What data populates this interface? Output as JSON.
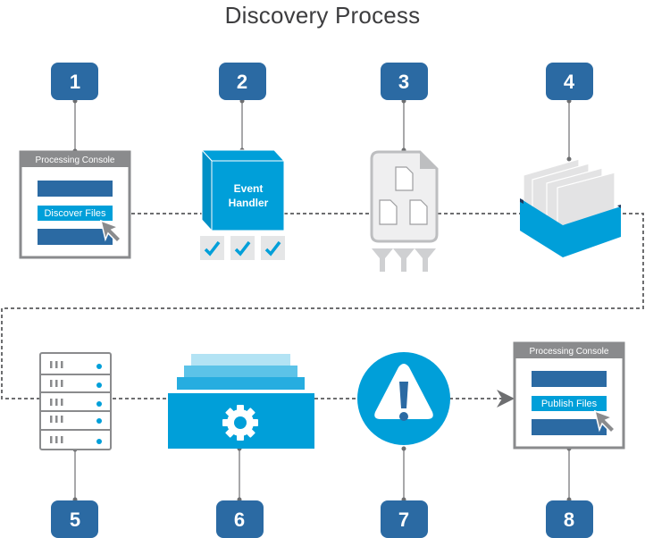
{
  "title": "Discovery Process",
  "colors": {
    "badge": "#2b6aa3",
    "accent": "#009fd9",
    "gray": "#8a8b8d",
    "connector": "#6d6e70"
  },
  "steps": [
    {
      "number": "1",
      "icon": "processing-console-icon",
      "console_title": "Processing Console",
      "button_label": "Discover Files"
    },
    {
      "number": "2",
      "icon": "event-handler-cube-icon",
      "label_line1": "Event",
      "label_line2": "Handler",
      "checks": 3
    },
    {
      "number": "3",
      "icon": "document-with-files-icon",
      "filters": 3
    },
    {
      "number": "4",
      "icon": "file-box-icon"
    },
    {
      "number": "5",
      "icon": "server-rack-icon",
      "units": 5
    },
    {
      "number": "6",
      "icon": "gear-stack-icon"
    },
    {
      "number": "7",
      "icon": "warning-icon"
    },
    {
      "number": "8",
      "icon": "processing-console-icon",
      "console_title": "Processing Console",
      "button_label": "Publish Files"
    }
  ]
}
